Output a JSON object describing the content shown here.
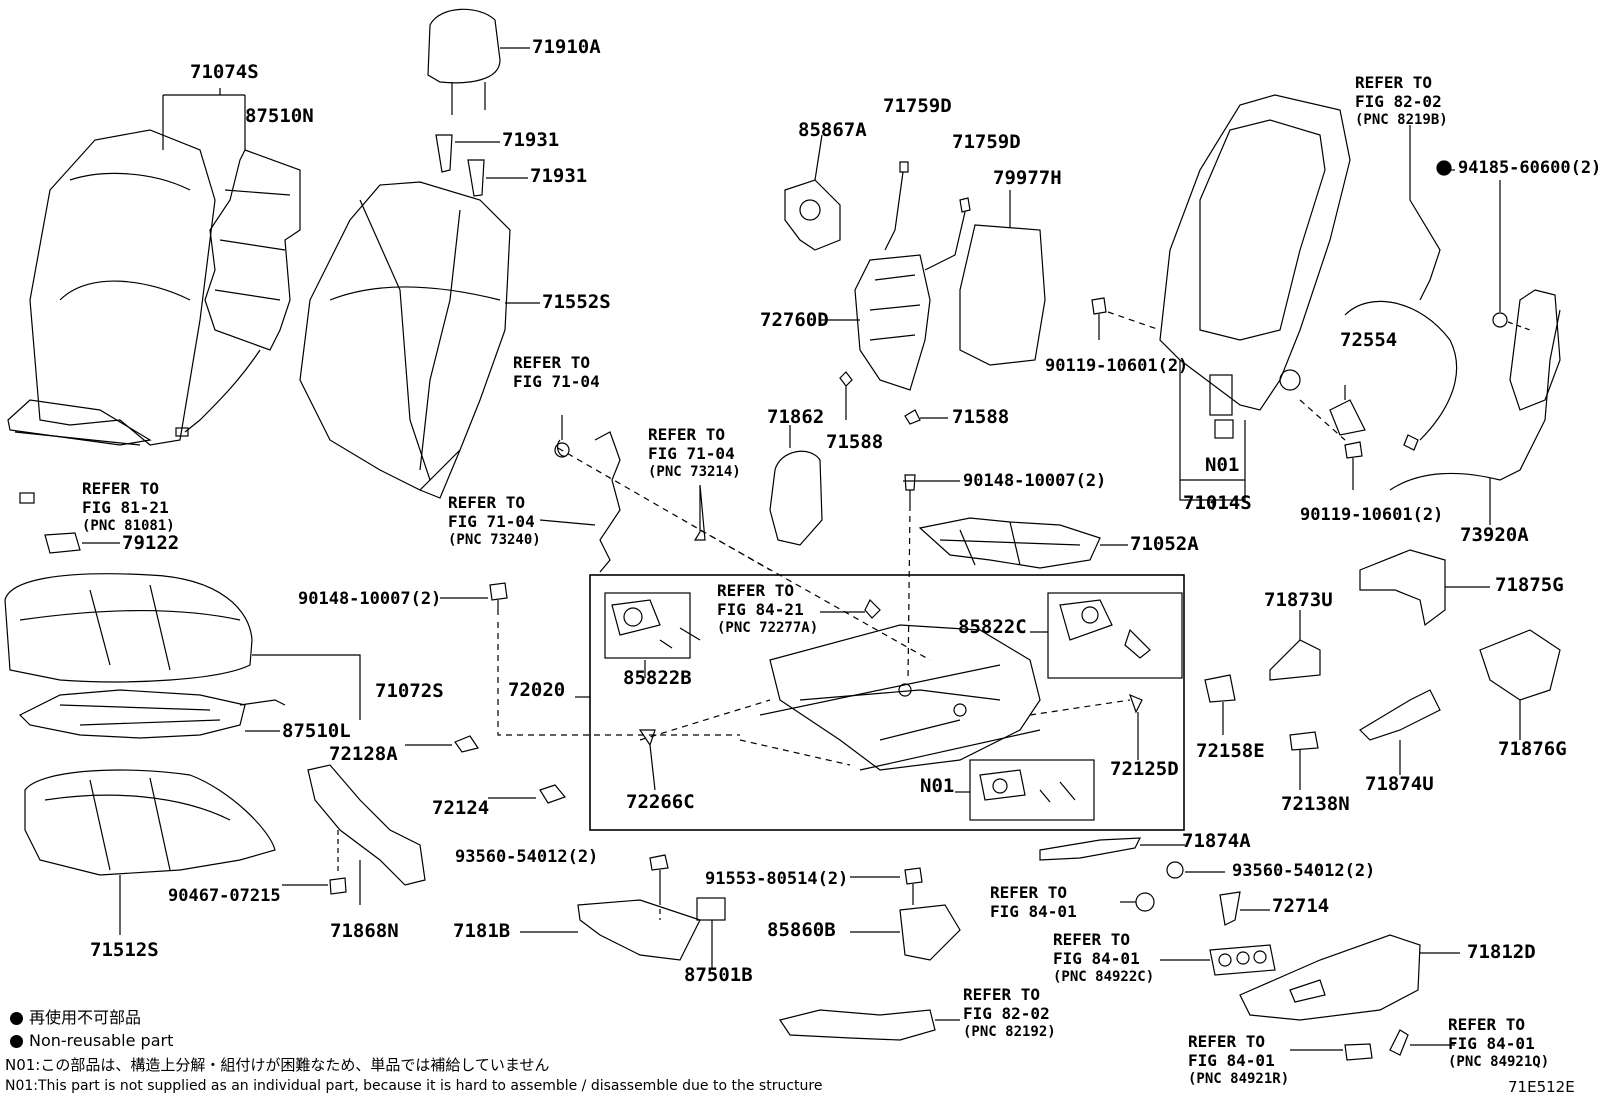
{
  "diagram_code": "71E512E",
  "labels": {
    "p71074S": "71074S",
    "p87510N": "87510N",
    "p71910A": "71910A",
    "p71931a": "71931",
    "p71931b": "71931",
    "p71552S": "71552S",
    "p85867A": "85867A",
    "p71759Da": "71759D",
    "p71759Db": "71759D",
    "p79977H": "79977H",
    "p72760D": "72760D",
    "p71588a": "71588",
    "p71588b": "71588",
    "p71862": "71862",
    "p94185": "94185-60600(2)",
    "p72554": "72554",
    "p90119a": "90119-10601(2)",
    "p90119b": "90119-10601(2)",
    "pN01a": "N01",
    "p71014S": "71014S",
    "p73920A": "73920A",
    "p90148a": "90148-10007(2)",
    "p90148b": "90148-10007(2)",
    "p71052A": "71052A",
    "p79122": "79122",
    "p71072S": "71072S",
    "p87510L": "87510L",
    "p72020": "72020",
    "p85822B": "85822B",
    "p85822C": "85822C",
    "p72128A": "72128A",
    "p72124": "72124",
    "p72266C": "72266C",
    "p72125D": "72125D",
    "pN01b": "N01",
    "p71873U": "71873U",
    "p71875G": "71875G",
    "p72158E": "72158E",
    "p72138N": "72138N",
    "p71874U": "71874U",
    "p71876G": "71876G",
    "p71874A": "71874A",
    "p93560a": "93560-54012(2)",
    "p93560b": "93560-54012(2)",
    "p91553": "91553-80514(2)",
    "p90467": "90467-07215",
    "p71512S": "71512S",
    "p71868N": "71868N",
    "p7181B": "7181B",
    "p87501B": "87501B",
    "p85860B": "85860B",
    "p72714": "72714",
    "p71812D": "71812D"
  },
  "refs": {
    "r_fig8202_top": [
      "REFER TO",
      "FIG 82-02",
      "(PNC 8219B)"
    ],
    "r_fig7104_a": [
      "REFER TO",
      "FIG 71-04"
    ],
    "r_fig7104_b": [
      "REFER TO",
      "FIG 71-04",
      "(PNC 73214)"
    ],
    "r_fig7104_c": [
      "REFER TO",
      "FIG 71-04",
      "(PNC 73240)"
    ],
    "r_fig8121": [
      "REFER TO",
      "FIG 81-21",
      "(PNC 81081)"
    ],
    "r_fig8421": [
      "REFER TO",
      "FIG 84-21",
      "(PNC 72277A)"
    ],
    "r_fig8401_a": [
      "REFER TO",
      "FIG 84-01"
    ],
    "r_fig8401_b": [
      "REFER TO",
      "FIG 84-01",
      "(PNC 84922C)"
    ],
    "r_fig8202_bot": [
      "REFER TO",
      "FIG 82-02",
      "(PNC 82192)"
    ],
    "r_fig8401_c": [
      "REFER TO",
      "FIG 84-01",
      "(PNC 84921R)"
    ],
    "r_fig8401_d": [
      "REFER TO",
      "FIG 84-01",
      "(PNC 84921Q)"
    ]
  },
  "legend": {
    "non_reusable_jp": "再使用不可部品",
    "non_reusable_en": "Non-reusable part",
    "n01_jp": "N01:この部品は、構造上分解・組付けが困難なため、単品では補給していません",
    "n01_en": "N01:This part is not supplied as an individual part, because it is hard to assemble / disassemble due to the structure"
  }
}
